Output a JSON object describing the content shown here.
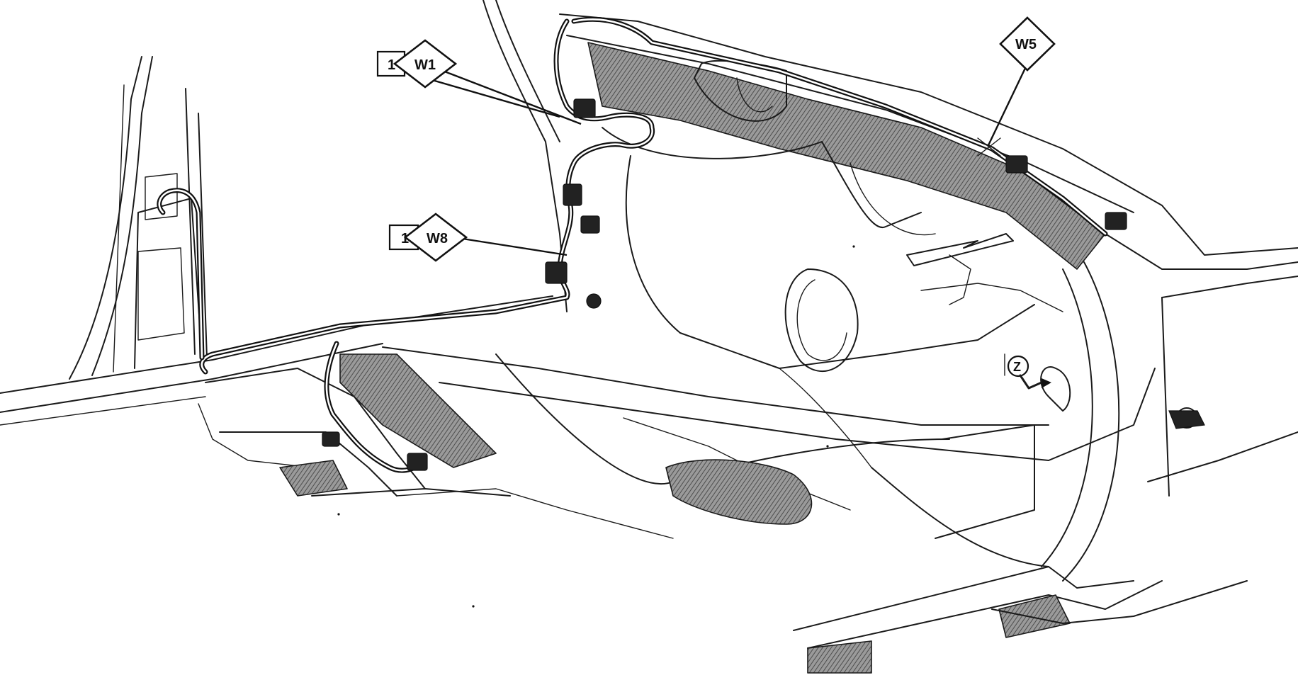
{
  "callouts": [
    {
      "id": "w1",
      "number": "1",
      "label": "W1"
    },
    {
      "id": "w8",
      "number": "1",
      "label": "W8"
    },
    {
      "id": "w5",
      "label": "W5"
    }
  ],
  "view_marker": {
    "label": "Z"
  }
}
